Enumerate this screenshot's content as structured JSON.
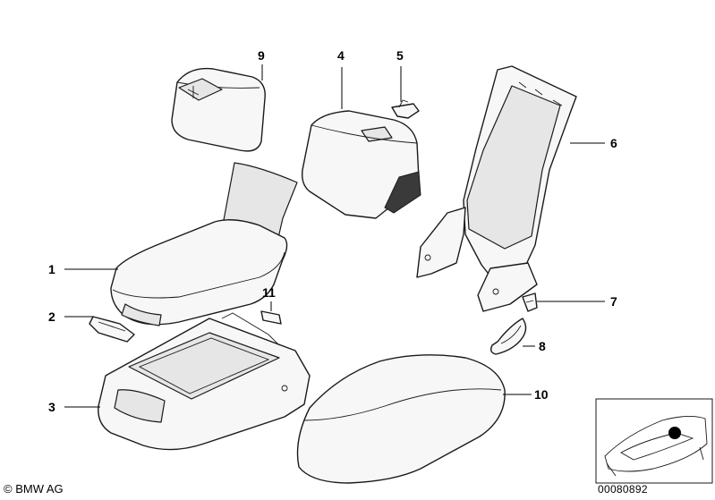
{
  "diagram": {
    "callouts": [
      {
        "id": "1",
        "label": "1"
      },
      {
        "id": "2",
        "label": "2"
      },
      {
        "id": "3",
        "label": "3"
      },
      {
        "id": "4",
        "label": "4"
      },
      {
        "id": "5",
        "label": "5"
      },
      {
        "id": "6",
        "label": "6"
      },
      {
        "id": "7",
        "label": "7"
      },
      {
        "id": "8",
        "label": "8"
      },
      {
        "id": "9",
        "label": "9"
      },
      {
        "id": "10",
        "label": "10"
      },
      {
        "id": "11",
        "label": "11"
      }
    ],
    "copyright": "© BMW AG",
    "document_number": "00080892"
  }
}
